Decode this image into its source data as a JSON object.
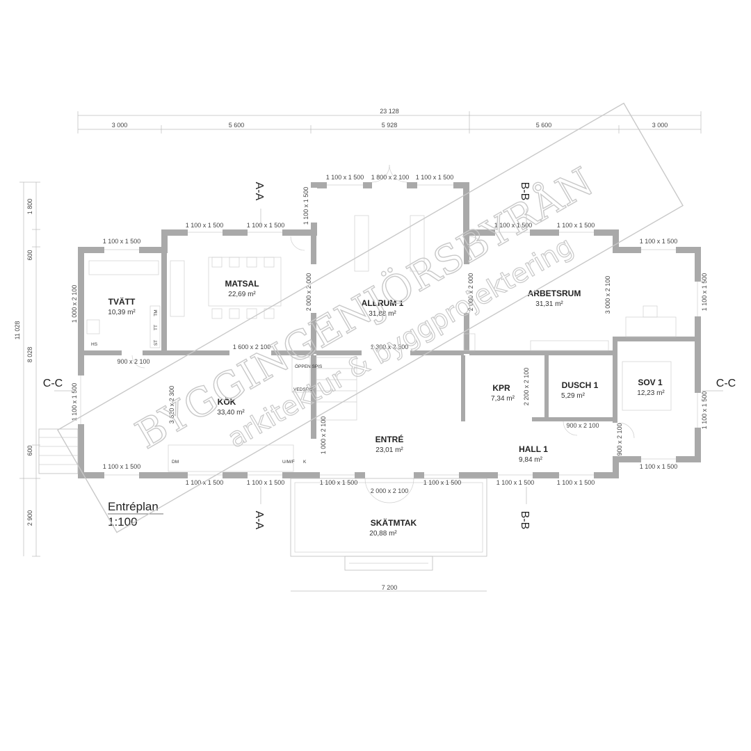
{
  "overall_dimensions": {
    "total_width": "23 128",
    "segments": [
      "3 000",
      "5 600",
      "5 928",
      "5 600",
      "3 000"
    ],
    "total_depth": "11 028",
    "depth_main": "8 028",
    "left_segments": [
      "1 800",
      "600",
      "600",
      "2 900"
    ],
    "porch_width": "7 200"
  },
  "rooms": [
    {
      "name": "TVÄTT",
      "area": "10,39 m²"
    },
    {
      "name": "MATSAL",
      "area": "22,69 m²"
    },
    {
      "name": "ALLRUM 1",
      "area": "31,88 m²"
    },
    {
      "name": "ARBETSRUM",
      "area": "31,31 m²"
    },
    {
      "name": "KÖK",
      "area": "33,40 m²"
    },
    {
      "name": "ENTRÉ",
      "area": "23,01 m²"
    },
    {
      "name": "KPR",
      "area": "7,34 m²"
    },
    {
      "name": "DUSCH 1",
      "area": "5,29 m²"
    },
    {
      "name": "SOV 1",
      "area": "12,23 m²"
    },
    {
      "name": "HALL 1",
      "area": "9,84 m²"
    },
    {
      "name": "SKÄTMTAK",
      "area": "20,88 m²"
    }
  ],
  "openings": {
    "w1100x1500": "1 100 x 1 500",
    "d1800x2100": "1 800 x 2 100",
    "d2000x2000": "2 000 x 2 000",
    "d1000x2100": "1 000 x 2 100",
    "d1600x2100": "1 600 x 2 100",
    "d1300x2300": "1 300 x 2 300",
    "d900x2100": "900 x 2 100",
    "d3620x2300": "3 620 x 2 300",
    "d2200x2100": "2 200 x 2 100",
    "d3000x2100": "3 000 x 2 100",
    "d2000x2100": "2 000 x 2 100"
  },
  "fixtures": {
    "oppen_spis": "ÖPPEN SPIS",
    "vedspis": "VEDSPIS",
    "tm": "TM",
    "tt": "TT",
    "st": "ST",
    "hs": "HS",
    "dm": "DM",
    "umf": "U/M/F",
    "k": "K"
  },
  "sections": {
    "aa": "A-A",
    "bb": "B-B",
    "cc": "C-C"
  },
  "plan": {
    "name": "Entréplan",
    "scale": "1:100"
  },
  "watermark": {
    "line1": "BYGGINGENJÖRSBYRÅN",
    "line2": "arkitektur & byggprojektering"
  }
}
